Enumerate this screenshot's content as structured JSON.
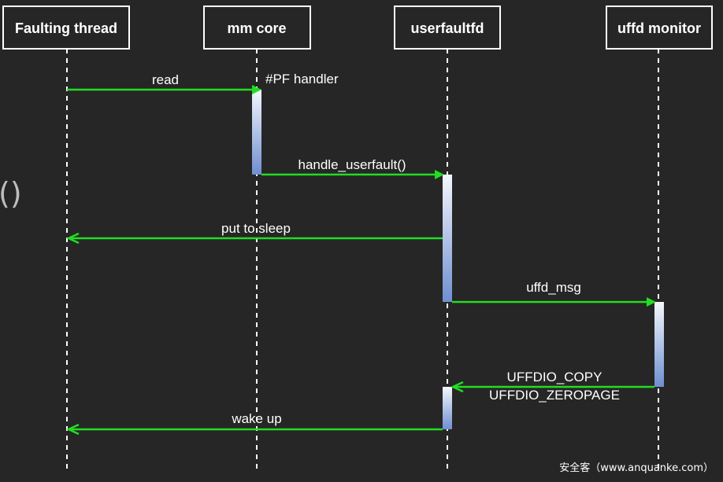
{
  "participants": [
    {
      "id": "faulting-thread",
      "label": "Faulting thread"
    },
    {
      "id": "mm-core",
      "label": "mm core"
    },
    {
      "id": "userfaultfd",
      "label": "userfaultfd"
    },
    {
      "id": "uffd-monitor",
      "label": "uffd monitor"
    }
  ],
  "messages": [
    {
      "id": "read",
      "label": "read",
      "from": "faulting-thread",
      "to": "mm-core",
      "step": 1
    },
    {
      "id": "handle-userfault",
      "label": "handle_userfault()",
      "from": "mm-core",
      "to": "userfaultfd",
      "step": 2
    },
    {
      "id": "put-to-sleep",
      "label": "put to sleep",
      "from": "userfaultfd",
      "to": "faulting-thread",
      "step": 3
    },
    {
      "id": "uffd-msg",
      "label": "uffd_msg",
      "from": "userfaultfd",
      "to": "uffd-monitor",
      "step": 4
    },
    {
      "id": "uffdio",
      "label": "UFFDIO_COPY",
      "label2": "UFFDIO_ZEROPAGE",
      "from": "uffd-monitor",
      "to": "userfaultfd",
      "step": 5
    },
    {
      "id": "wake-up",
      "label": "wake up",
      "from": "userfaultfd",
      "to": "faulting-thread",
      "step": 6
    }
  ],
  "notes": [
    {
      "id": "pf-handler",
      "label": "#PF handler"
    }
  ],
  "edge_glyph": "()",
  "watermark": "安全客（www.anquanke.com）",
  "colors": {
    "background": "#262626",
    "box_fill": "#262626",
    "box_border": "#ffffff",
    "lifeline": "#ffffff",
    "arrow": "#22dd22",
    "text": "#ffffff",
    "activation_top": "#f4f7fd",
    "activation_bottom": "#6f8fd0"
  }
}
